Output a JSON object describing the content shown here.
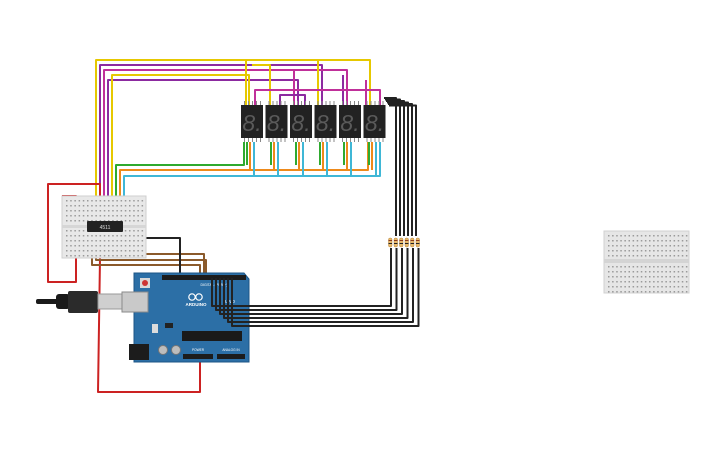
{
  "canvas": {
    "chip_label": "4511",
    "arduino_brand": "ARDUINO",
    "arduino_model": "UNO",
    "power_header_label": "POWER",
    "analog_header_label": "ANALOG IN",
    "digital_header_label": "DIGITAL (PWM~)"
  },
  "components": {
    "display_count": 6,
    "resistor_count": 6,
    "display_digit": "8."
  },
  "wire_colors": {
    "yellow": "#e6c800",
    "purple": "#8c2aa0",
    "magenta": "#c0309a",
    "green": "#2faa2f",
    "orange": "#ee8a1a",
    "cyan": "#3fb7d6",
    "brown": "#8b5a2b",
    "black": "#222222",
    "red": "#cc2222"
  },
  "icons": {
    "usb_cable": "usb-cable-icon",
    "arduino_logo": "infinity-logo-icon"
  }
}
